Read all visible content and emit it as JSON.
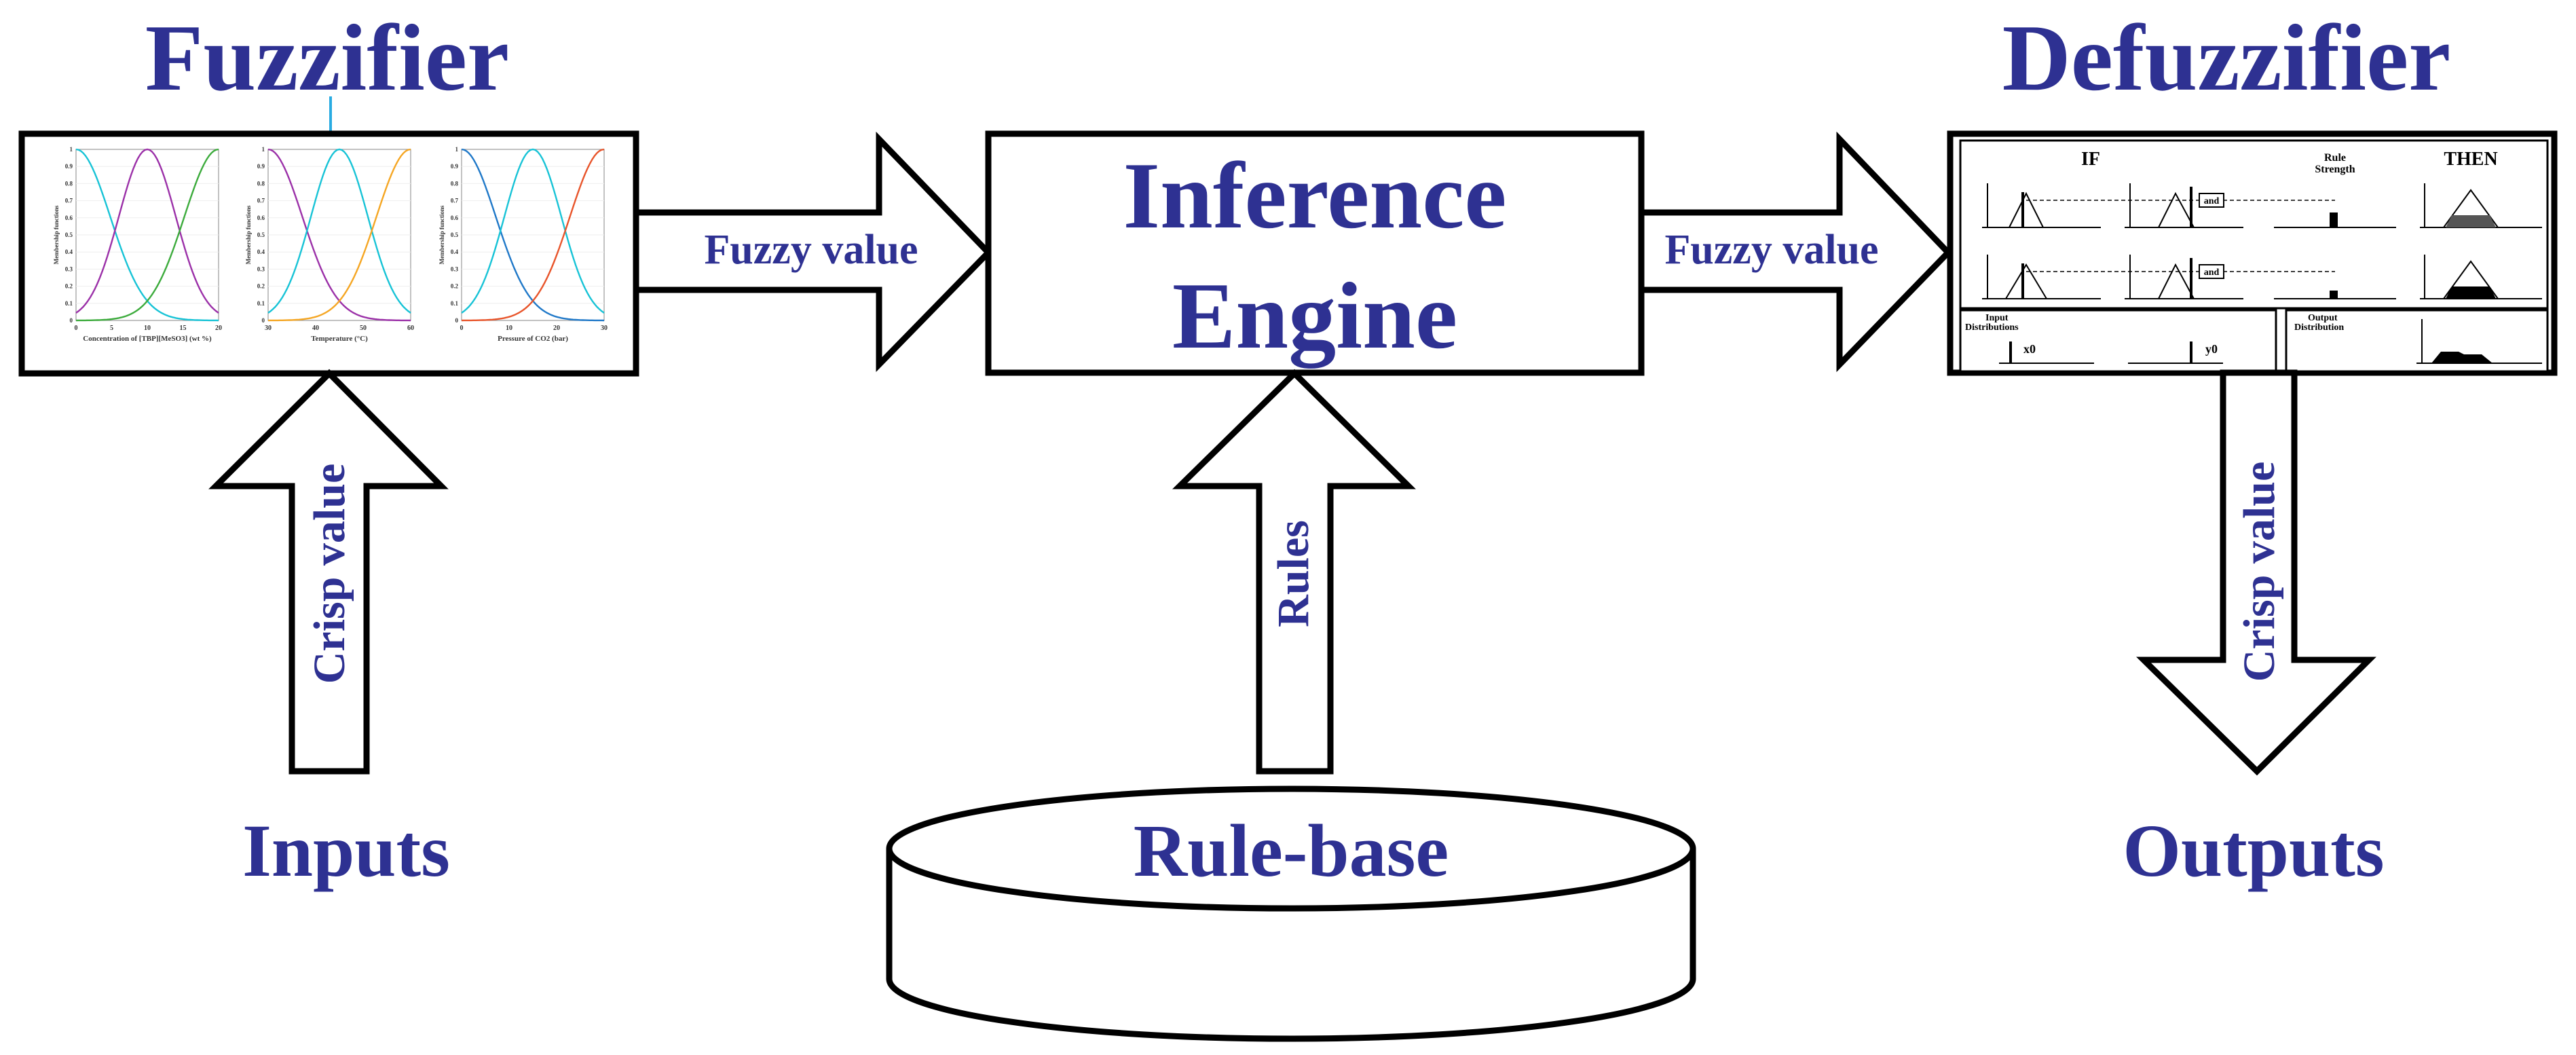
{
  "colors": {
    "label": "#2e3192",
    "stroke": "#000000",
    "connector": "#29abe2",
    "curve_magenta": "#9b30a8",
    "curve_cyan": "#17c3d6",
    "curve_green": "#3cab3c",
    "curve_orange": "#f5a623",
    "curve_red": "#e8542a",
    "curve_blue": "#1f78c8"
  },
  "titles": {
    "fuzzifier": "Fuzzifier",
    "defuzzifier": "Defuzzifier"
  },
  "inference_engine": {
    "line1": "Inference",
    "line2": "Engine"
  },
  "arrows": {
    "fuzzy_value_left": "Fuzzy value",
    "fuzzy_value_right": "Fuzzy value",
    "crisp_value_in": "Crisp value",
    "crisp_value_out": "Crisp value",
    "rules": "Rules"
  },
  "nodes": {
    "inputs": "Inputs",
    "rule_base": "Rule-base",
    "outputs": "Outputs"
  },
  "fuzzifier_plots": {
    "y_label": "Membership functions",
    "y_ticks": [
      "0",
      "0.1",
      "0.2",
      "0.3",
      "0.4",
      "0.5",
      "0.6",
      "0.7",
      "0.8",
      "0.9",
      "1"
    ],
    "plots": [
      {
        "x_label": "Concentration of [TBP][MeSO3] (wt %)",
        "x_ticks": [
          "0",
          "5",
          "10",
          "15",
          "20"
        ]
      },
      {
        "x_label": "Temperature (°C)",
        "x_ticks": [
          "30",
          "40",
          "50",
          "60"
        ]
      },
      {
        "x_label": "Pressure of CO2 (bar)",
        "x_ticks": [
          "0",
          "10",
          "20",
          "30"
        ]
      }
    ]
  },
  "defuzzifier_panel": {
    "if_label": "IF",
    "rule_strength_line1": "Rule",
    "rule_strength_line2": "Strength",
    "then_label": "THEN",
    "and_label": "and",
    "input_distributions_line1": "Input",
    "input_distributions_line2": "Distributions",
    "output_distribution_line1": "Output",
    "output_distribution_line2": "Distribution",
    "x0_label": "x0",
    "y0_label": "y0"
  }
}
